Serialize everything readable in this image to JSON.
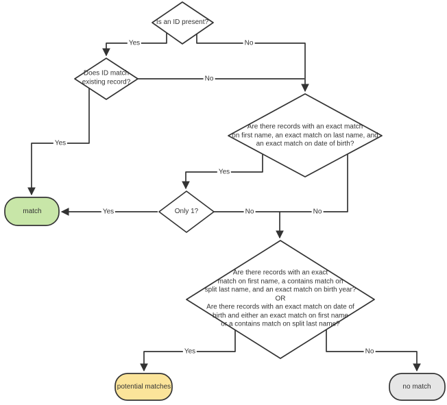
{
  "diagram": {
    "background": "#ffffff",
    "line_color": "#333333",
    "decision_fill": "#ffffff",
    "decisions": {
      "id_present": {
        "label": "Is an ID present?"
      },
      "id_match": {
        "label": "Does ID match\nexisting record?"
      },
      "exact_match": {
        "label": "Are there records with an exact match\non first name, an exact match on last name, and\nan exact match on date of birth?"
      },
      "only_one": {
        "label": "Only 1?"
      },
      "fuzzy_match": {
        "label": "Are there records with an exact\nmatch on first name, a contains match on\nsplit last name, and an exact match on birth year?\nOR\nAre there records with an exact match on date of\nbirth and either an exact match on first name\nor a contains match on split last name?"
      }
    },
    "terminals": {
      "match": {
        "label": "match",
        "fill": "#c8e6a8",
        "stroke": "#333333"
      },
      "potential_matches": {
        "label": "potential matches",
        "fill": "#fbe49a",
        "stroke": "#333333"
      },
      "no_match": {
        "label": "no match",
        "fill": "#e6e6e6",
        "stroke": "#333333"
      }
    },
    "edges": {
      "id_present_yes": "Yes",
      "id_present_no": "No",
      "id_match_yes": "Yes",
      "id_match_no": "No",
      "exact_match_yes": "Yes",
      "exact_match_no": "No",
      "only_one_yes": "Yes",
      "only_one_no": "No",
      "fuzzy_match_yes": "Yes",
      "fuzzy_match_no": "No"
    }
  }
}
